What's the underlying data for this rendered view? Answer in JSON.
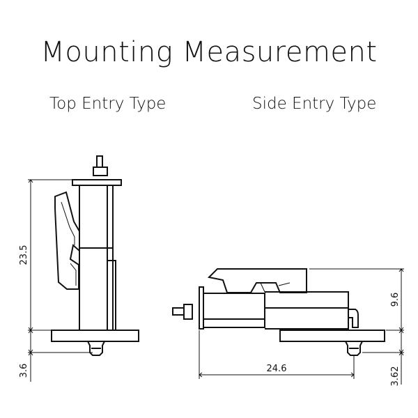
{
  "title": "Mounting Measurement",
  "views": {
    "top_entry": {
      "label": "Top Entry Type"
    },
    "side_entry": {
      "label": "Side Entry Type"
    }
  },
  "dimensions": {
    "top_height": "23.5",
    "top_pin": "3.6",
    "side_height": "9.6",
    "side_pin": "3.62",
    "side_length": "24.6"
  }
}
